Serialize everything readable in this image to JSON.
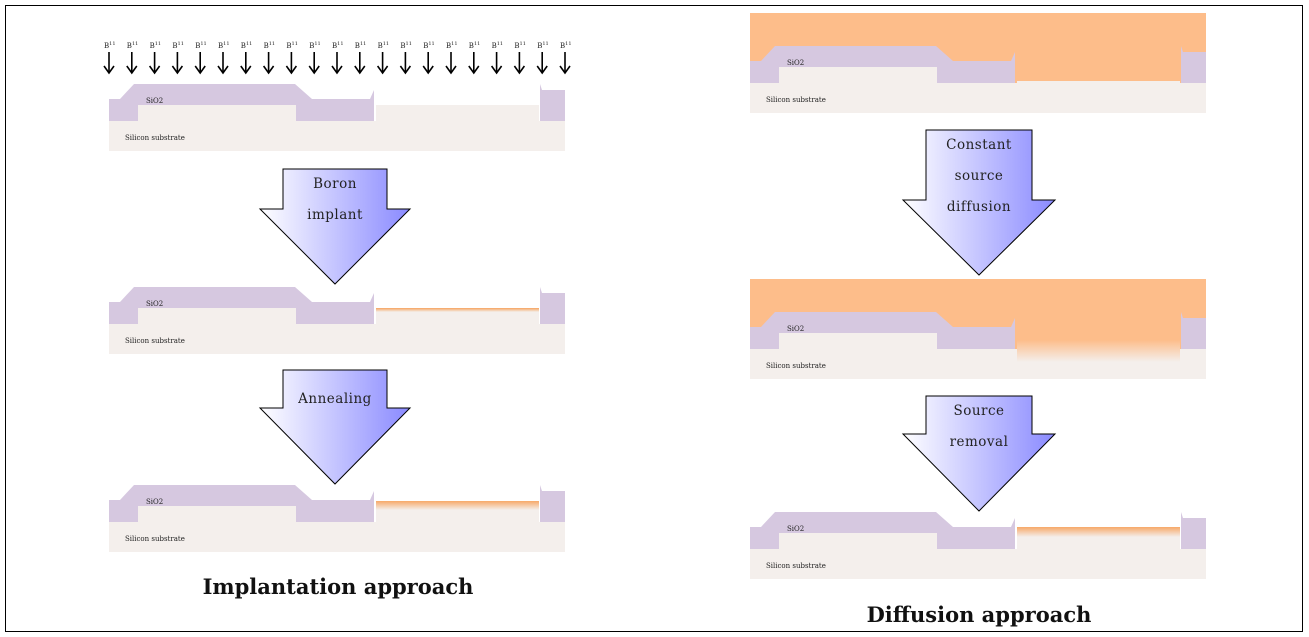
{
  "colors": {
    "oxide": "#d6c8e0",
    "substrate": "#f4efec",
    "source": "#fdbd8a",
    "dopant": "#f7a968",
    "arrow_light": "#ffffff",
    "arrow_dark": "#8c8cff"
  },
  "labels": {
    "oxide": "SiO2",
    "substrate": "Silicon substrate",
    "ion": "B",
    "ion_superscript": "11"
  },
  "implantation": {
    "steps": [
      {
        "lines": [
          "Boron",
          "implant"
        ]
      },
      {
        "lines": [
          "Annealing"
        ]
      }
    ],
    "caption": "Implantation approach"
  },
  "diffusion": {
    "steps": [
      {
        "lines": [
          "Constant",
          "source",
          "diffusion"
        ]
      },
      {
        "lines": [
          "Source",
          "removal"
        ]
      }
    ],
    "caption": "Diffusion approach"
  }
}
